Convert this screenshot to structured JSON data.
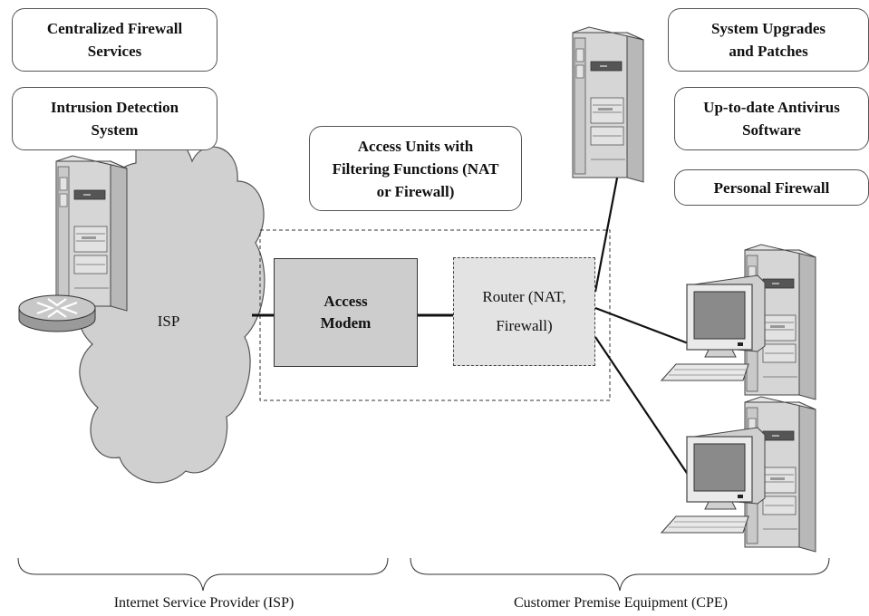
{
  "notes": {
    "centralized_firewall": "Centralized Firewall Services",
    "intrusion_detection": "Intrusion Detection System",
    "access_units": "Access Units with Filtering Functions (NAT or Firewall)",
    "system_upgrades": "System Upgrades and Patches",
    "antivirus": "Up-to-date Antivirus Software",
    "personal_firewall": "Personal Firewall"
  },
  "nodes": {
    "isp_cloud": "ISP",
    "access_modem": "Access Modem",
    "router": "Router (NAT, Firewall)"
  },
  "groups": {
    "isp": "Internet Service Provider (ISP)",
    "cpe": "Customer Premise Equipment (CPE)"
  }
}
